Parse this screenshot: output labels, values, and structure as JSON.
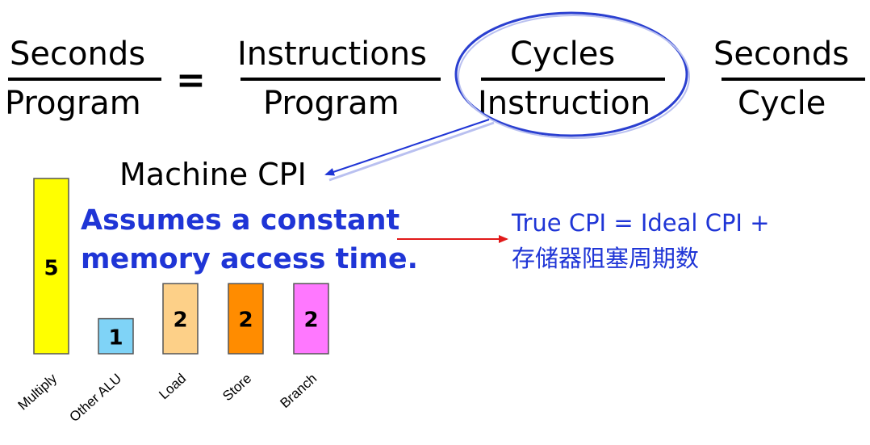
{
  "equation": {
    "lhs_numerator": "Seconds",
    "lhs_denominator": "Program",
    "equals": "=",
    "t1_numerator": "Instructions",
    "t1_denominator": "Program",
    "t2_numerator": "Cycles",
    "t2_denominator": "Instruction",
    "t3_numerator": "Seconds",
    "t3_denominator": "Cycle"
  },
  "machine_cpi_label": "Machine CPI",
  "assumption": {
    "line1": "Assumes a constant",
    "line2": "memory access time."
  },
  "true_cpi": {
    "line1": "True CPI = Ideal CPI +",
    "line2": "存储器阻塞周期数"
  },
  "colors": {
    "ellipse": "#2a3fd0",
    "arrow": "#1f35d6",
    "red_arrow": "#e11a1a",
    "text_blue": "#1f35d6"
  },
  "chart_data": {
    "type": "bar",
    "categories": [
      "Multiply",
      "Other ALU",
      "Load",
      "Store",
      "Branch"
    ],
    "values": [
      5,
      1,
      2,
      2,
      2
    ],
    "bar_colors": [
      "#ffff00",
      "#7fd3f7",
      "#fdd088",
      "#ff8c00",
      "#ff78ff"
    ],
    "title": "",
    "xlabel": "",
    "ylabel": ""
  }
}
